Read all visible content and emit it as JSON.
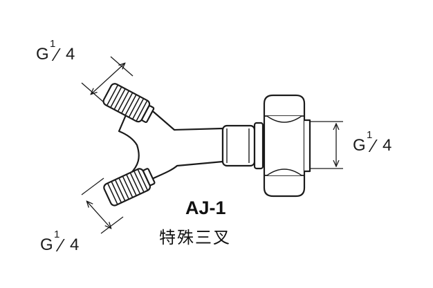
{
  "diagram": {
    "thread_labels": {
      "top_left": {
        "letter": "G",
        "numerator": "1",
        "denominator": "4"
      },
      "right": {
        "letter": "G",
        "numerator": "1",
        "denominator": "4"
      },
      "bottom_left": {
        "letter": "G",
        "numerator": "1",
        "denominator": "4"
      }
    },
    "part_code": "AJ-1",
    "part_name": "特殊三叉"
  }
}
